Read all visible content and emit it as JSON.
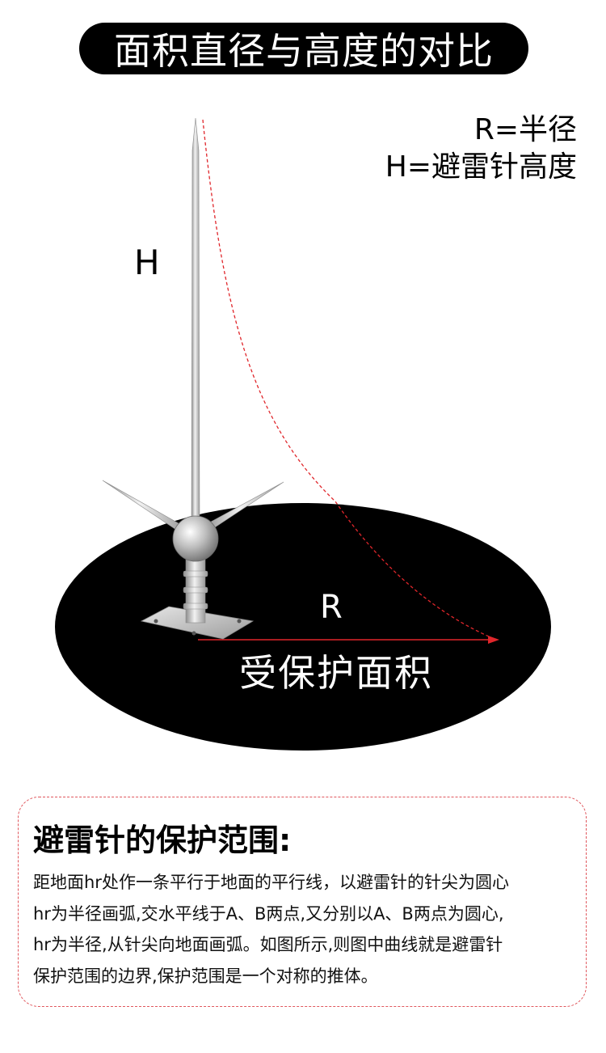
{
  "header": {
    "title": "面积直径与高度的对比"
  },
  "legend": {
    "line1": "R=半径",
    "line2": "H=避雷针高度"
  },
  "diagram": {
    "label_h": "H",
    "label_r": "R",
    "label_area": "受保护面积",
    "colors": {
      "area": "#000000",
      "curve": "#e0262b",
      "rod": "#c8c8c8"
    }
  },
  "info": {
    "title": "避雷针的保护范围:",
    "lines": [
      "距地面hr处作一条平行于地面的平行线，以避雷针的针尖为圆心",
      "hr为半径画弧,交水平线于A、B两点,又分别以A、B两点为圆心,",
      "hr为半径,从针尖向地面画弧。如图所示,则图中曲线就是避雷针",
      "保护范围的边界,保护范围是一个对称的推体。"
    ],
    "border_color": "#e0575d"
  }
}
